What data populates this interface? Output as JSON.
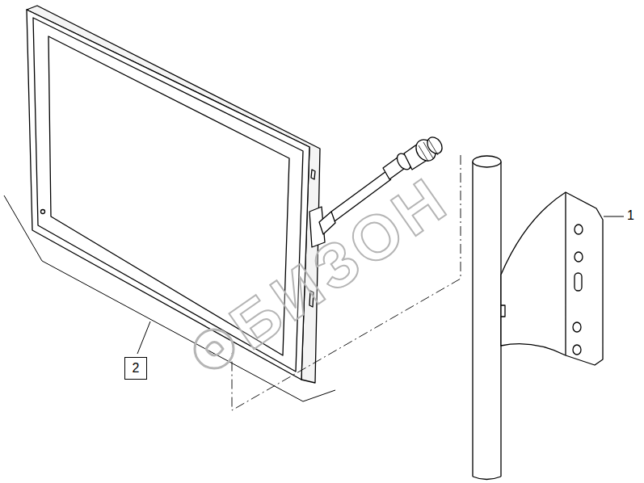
{
  "diagram": {
    "nodes": [
      {
        "text": [
          "2"
        ]
      }
    ],
    "labels": [
      "1",
      "БИЗОН"
    ]
  }
}
